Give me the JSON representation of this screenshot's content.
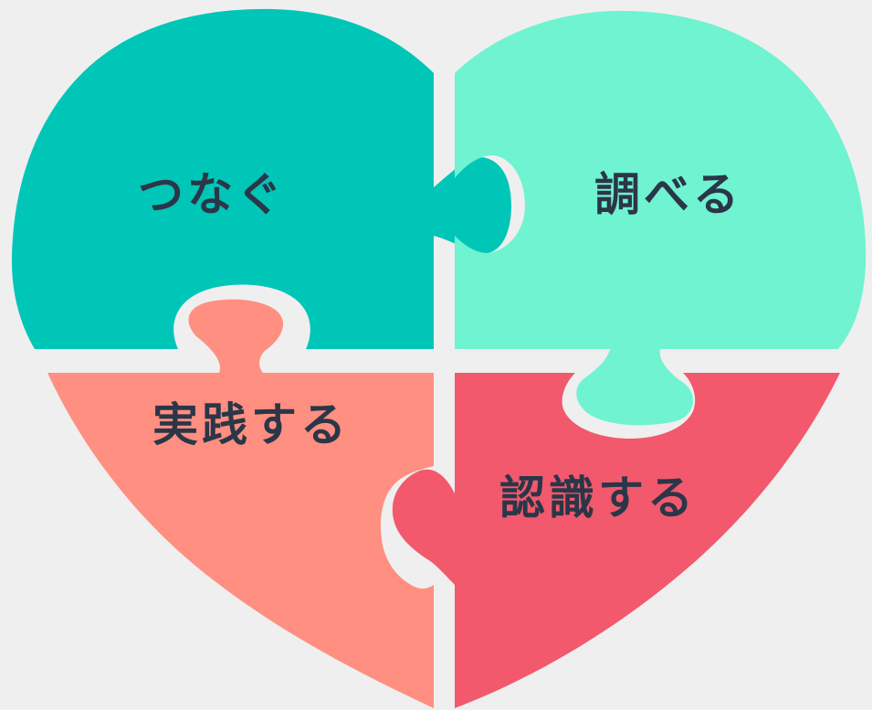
{
  "pieces": [
    {
      "id": "top-left",
      "label": "つなぐ",
      "color": "#00c6b8"
    },
    {
      "id": "top-right",
      "label": "調べる",
      "color": "#6ff3d0"
    },
    {
      "id": "bottom-left",
      "label": "実践する",
      "color": "#ff8f80"
    },
    {
      "id": "bottom-right",
      "label": "認識する",
      "color": "#f2596c"
    }
  ],
  "colors": {
    "background": "#efefef",
    "text": "#2b3648"
  }
}
